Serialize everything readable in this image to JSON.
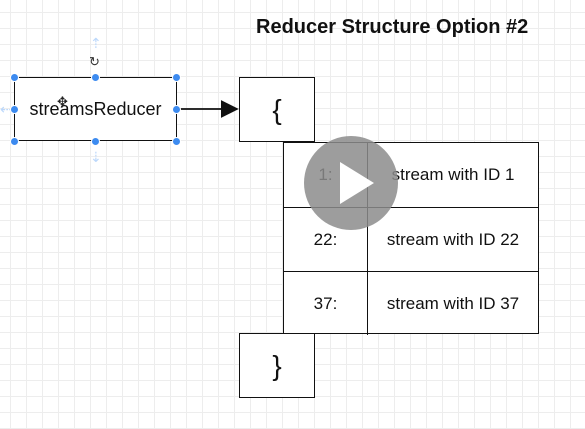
{
  "title": "Reducer Structure Option #2",
  "reducer_node": {
    "label": "streamsReducer"
  },
  "brace_open": "{",
  "brace_close": "}",
  "rows": [
    {
      "key": "1:",
      "value": "stream with ID 1"
    },
    {
      "key": "22:",
      "value": "stream with ID 22"
    },
    {
      "key": "37:",
      "value": "stream with ID 37"
    }
  ],
  "colors": {
    "selection": "#3d8bf0",
    "grid": "#ededed",
    "stroke": "#111111"
  },
  "icons": {
    "rotate": "rotate-icon",
    "cursor": "move-cursor-icon",
    "overlay": "play-icon"
  }
}
